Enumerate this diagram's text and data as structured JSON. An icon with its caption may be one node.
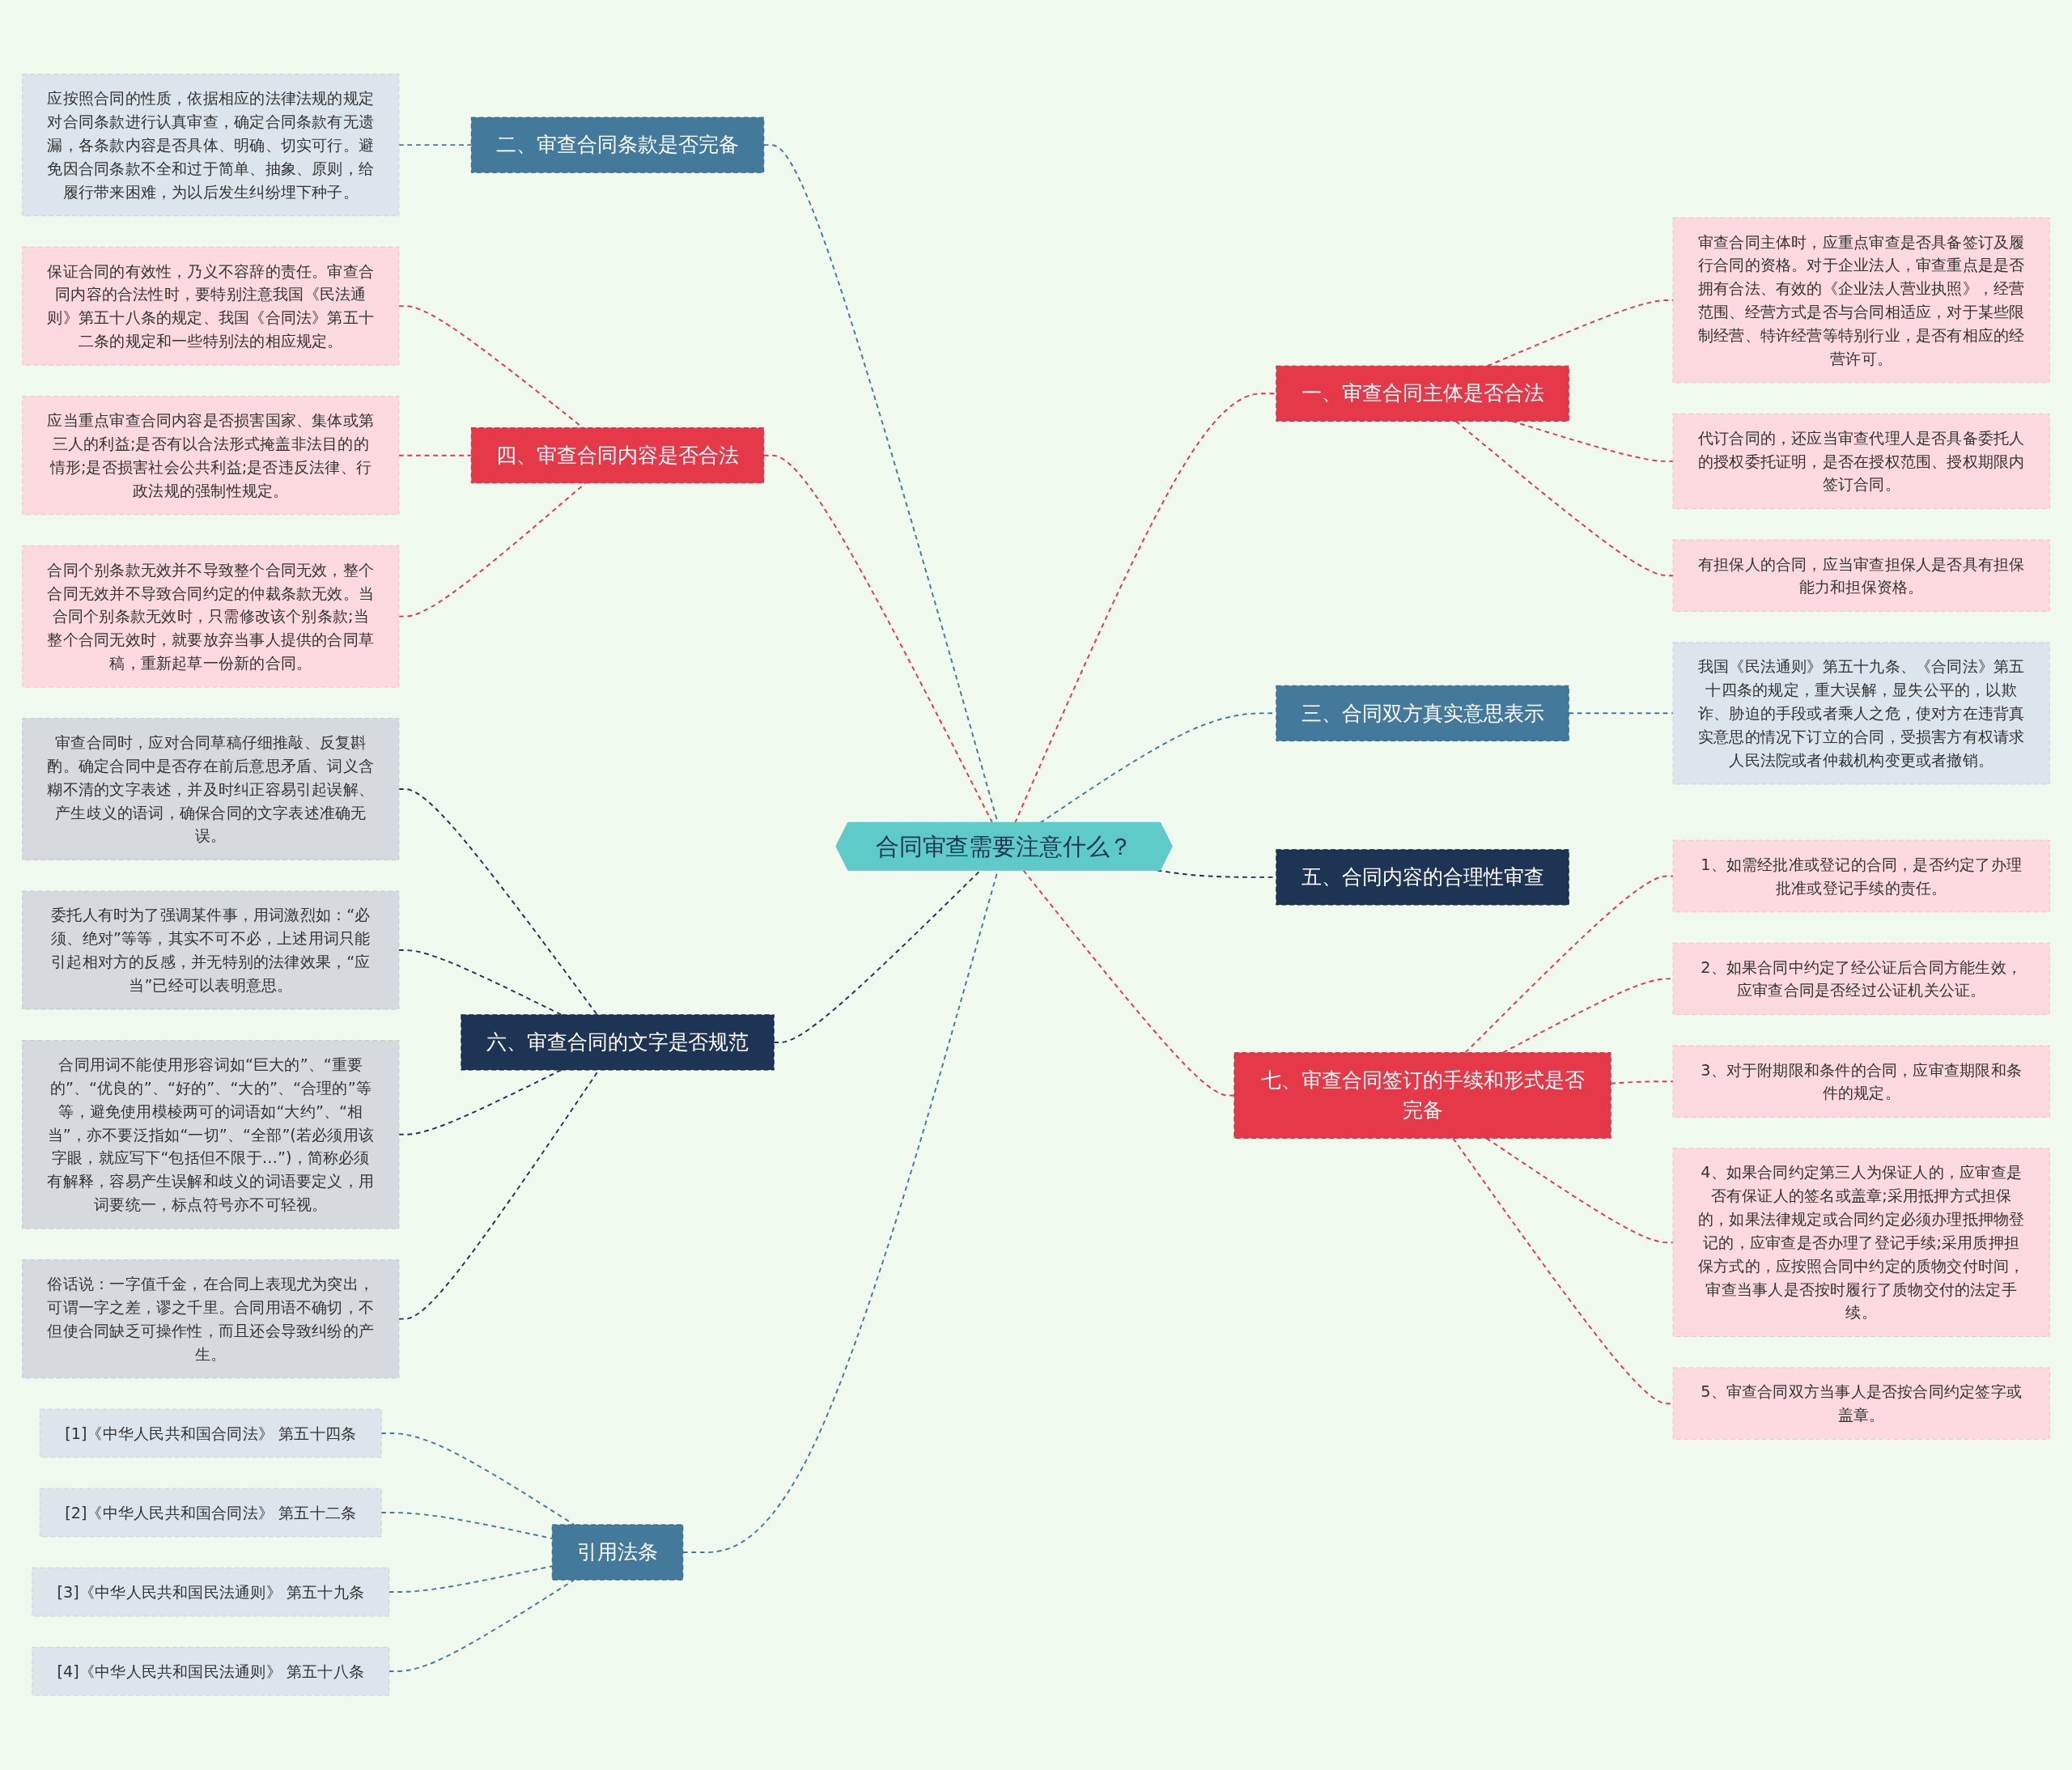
{
  "diagram": {
    "nodes": [
      {
        "text": [
          "合同审查需要注意什么？"
        ]
      },
      {
        "text": [
          "二、审查合同条款是否完备"
        ]
      },
      {
        "text": [
          "应按照合同的性质，依据相应的法律法规的规定对合同条款进行认真审查，确定合同条款有无遗漏，各条款内容是否具体、明确、切实可行。避免因合同条款不全和过于简单、抽象、原则，给履行带来困难，为以后发生纠纷埋下种子。"
        ]
      },
      {
        "text": [
          "四、审查合同内容是否合法"
        ]
      },
      {
        "text": [
          "保证合同的有效性，乃义不容辞的责任。审查合同内容的合法性时，要特别注意我国《民法通则》第五十八条的规定、我国《合同法》第五十二条的规定和一些特别法的相应规定。"
        ]
      },
      {
        "text": [
          "应当重点审查合同内容是否损害国家、集体或第三人的利益;是否有以合法形式掩盖非法目的的情形;是否损害社会公共利益;是否违反法律、行政法规的强制性规定。"
        ]
      },
      {
        "text": [
          "合同个别条款无效并不导致整个合同无效，整个合同无效并不导致合同约定的仲裁条款无效。当合同个别条款无效时，只需修改该个别条款;当整个合同无效时，就要放弃当事人提供的合同草稿，重新起草一份新的合同。"
        ]
      },
      {
        "text": [
          "六、审查合同的文字是否规范"
        ]
      },
      {
        "text": [
          "审查合同时，应对合同草稿仔细推敲、反复斟酌。确定合同中是否存在前后意思矛盾、词义含糊不清的文字表述，并及时纠正容易引起误解、产生歧义的语词，确保合同的文字表述准确无误。"
        ]
      },
      {
        "text": [
          "委托人有时为了强调某件事，用词激烈如：“必须、绝对”等等，其实不可不必，上述用词只能引起相对方的反感，并无特别的法律效果，“应当”已经可以表明意思。"
        ]
      },
      {
        "text": [
          "合同用词不能使用形容词如“巨大的”、“重要的”、“优良的”、“好的”、“大的”、“合理的”等等，避免使用模棱两可的词语如“大约”、“相当”，亦不要泛指如“一切”、“全部”(若必须用该字眼，就应写下“包括但不限于…”)，简称必须有解释，容易产生误解和歧义的词语要定义，用词要统一，标点符号亦不可轻视。"
        ]
      },
      {
        "text": [
          "俗话说：一字值千金，在合同上表现尤为突出，可谓一字之差，谬之千里。合同用语不确切，不但使合同缺乏可操作性，而且还会导致纠纷的产生。"
        ]
      },
      {
        "text": [
          "引用法条"
        ]
      },
      {
        "text": [
          "[1]《中华人民共和国合同法》 第五十四条"
        ]
      },
      {
        "text": [
          "[2]《中华人民共和国合同法》 第五十二条"
        ]
      },
      {
        "text": [
          "[3]《中华人民共和国民法通则》 第五十九条"
        ]
      },
      {
        "text": [
          "[4]《中华人民共和国民法通则》 第五十八条"
        ]
      },
      {
        "text": [
          "一、审查合同主体是否合法"
        ]
      },
      {
        "text": [
          "审查合同主体时，应重点审查是否具备签订及履行合同的资格。对于企业法人，审查重点是是否拥有合法、有效的《企业法人营业执照》，经营范围、经营方式是否与合同相适应，对于某些限制经营、特许经营等特别行业，是否有相应的经营许可。"
        ]
      },
      {
        "text": [
          "代订合同的，还应当审查代理人是否具备委托人的授权委托证明，是否在授权范围、授权期限内签订合同。"
        ]
      },
      {
        "text": [
          "有担保人的合同，应当审查担保人是否具有担保能力和担保资格。"
        ]
      },
      {
        "text": [
          "三、合同双方真实意思表示"
        ]
      },
      {
        "text": [
          "我国《民法通则》第五十九条、《合同法》第五十四条的规定，重大误解，显失公平的，以欺诈、胁迫的手段或者乘人之危，使对方在违背真实意思的情况下订立的合同，受损害方有权请求人民法院或者仲裁机构变更或者撤销。"
        ]
      },
      {
        "text": [
          "五、合同内容的合理性审查"
        ]
      },
      {
        "text": [
          "七、审查合同签订的手续和形式是否完备"
        ]
      },
      {
        "text": [
          "1、如需经批准或登记的合同，是否约定了办理批准或登记手续的责任。"
        ]
      },
      {
        "text": [
          "2、如果合同中约定了经公证后合同方能生效，应审查合同是否经过公证机关公证。"
        ]
      },
      {
        "text": [
          "3、对于附期限和条件的合同，应审查期限和条件的规定。"
        ]
      },
      {
        "text": [
          "4、如果合同约定第三人为保证人的，应审查是否有保证人的签名或盖章;采用抵押方式担保的，如果法律规定或合同约定必须办理抵押物登记的，应审查是否办理了登记手续;采用质押担保方式的，应按照合同中约定的质物交付时间，审查当事人是否按时履行了质物交付的法定手续。"
        ]
      },
      {
        "text": [
          "5、审查合同双方当事人是否按合同约定签字或盖章。"
        ]
      }
    ],
    "edges": [
      {
        "from": 2,
        "to": 1,
        "arrow": "none",
        "style": "dashed",
        "color": "#437a9b"
      },
      {
        "from": 1,
        "to": 0,
        "arrow": "none",
        "style": "dashed",
        "color": "#437a9b"
      },
      {
        "from": 4,
        "to": 3,
        "arrow": "none",
        "style": "dashed",
        "color": "#e5394a"
      },
      {
        "from": 5,
        "to": 3,
        "arrow": "none",
        "style": "dashed",
        "color": "#e5394a"
      },
      {
        "from": 6,
        "to": 3,
        "arrow": "none",
        "style": "dashed",
        "color": "#e5394a"
      },
      {
        "from": 3,
        "to": 0,
        "arrow": "none",
        "style": "dashed",
        "color": "#e5394a"
      },
      {
        "from": 8,
        "to": 7,
        "arrow": "none",
        "style": "dashed",
        "color": "#1e3454"
      },
      {
        "from": 9,
        "to": 7,
        "arrow": "none",
        "style": "dashed",
        "color": "#1e3454"
      },
      {
        "from": 10,
        "to": 7,
        "arrow": "none",
        "style": "dashed",
        "color": "#1e3454"
      },
      {
        "from": 11,
        "to": 7,
        "arrow": "none",
        "style": "dashed",
        "color": "#1e3454"
      },
      {
        "from": 7,
        "to": 0,
        "arrow": "none",
        "style": "dashed",
        "color": "#1e3454"
      },
      {
        "from": 13,
        "to": 12,
        "arrow": "none",
        "style": "dashed",
        "color": "#437a9b"
      },
      {
        "from": 14,
        "to": 12,
        "arrow": "none",
        "style": "dashed",
        "color": "#437a9b"
      },
      {
        "from": 15,
        "to": 12,
        "arrow": "none",
        "style": "dashed",
        "color": "#437a9b"
      },
      {
        "from": 16,
        "to": 12,
        "arrow": "none",
        "style": "dashed",
        "color": "#437a9b"
      },
      {
        "from": 12,
        "to": 0,
        "arrow": "none",
        "style": "dashed",
        "color": "#437a9b"
      },
      {
        "from": 0,
        "to": 17,
        "arrow": "none",
        "style": "dashed",
        "color": "#e5394a"
      },
      {
        "from": 17,
        "to": 18,
        "arrow": "none",
        "style": "dashed",
        "color": "#e5394a"
      },
      {
        "from": 17,
        "to": 19,
        "arrow": "none",
        "style": "dashed",
        "color": "#e5394a"
      },
      {
        "from": 17,
        "to": 20,
        "arrow": "none",
        "style": "dashed",
        "color": "#e5394a"
      },
      {
        "from": 0,
        "to": 21,
        "arrow": "none",
        "style": "dashed",
        "color": "#437a9b"
      },
      {
        "from": 21,
        "to": 22,
        "arrow": "none",
        "style": "dashed",
        "color": "#437a9b"
      },
      {
        "from": 0,
        "to": 23,
        "arrow": "none",
        "style": "dashed",
        "color": "#1e3454"
      },
      {
        "from": 0,
        "to": 24,
        "arrow": "none",
        "style": "dashed",
        "color": "#e5394a"
      },
      {
        "from": 24,
        "to": 25,
        "arrow": "none",
        "style": "dashed",
        "color": "#e5394a"
      },
      {
        "from": 24,
        "to": 26,
        "arrow": "none",
        "style": "dashed",
        "color": "#e5394a"
      },
      {
        "from": 24,
        "to": 27,
        "arrow": "none",
        "style": "dashed",
        "color": "#e5394a"
      },
      {
        "from": 24,
        "to": 28,
        "arrow": "none",
        "style": "dashed",
        "color": "#e5394a"
      },
      {
        "from": 24,
        "to": 29,
        "arrow": "none",
        "style": "dashed",
        "color": "#e5394a"
      }
    ]
  }
}
